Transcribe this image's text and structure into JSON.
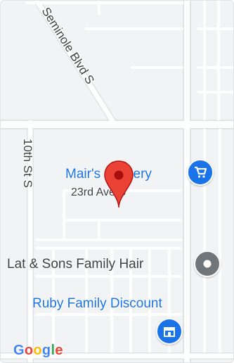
{
  "map": {
    "colors": {
      "background": "#f2f3f5",
      "road": "#ffffff",
      "road_edge": "#d7dbe0",
      "poi_blue": "#1a73e8",
      "poi_gray": "#70757a",
      "pin": "#ea4335"
    },
    "streets": {
      "seminole": "Seminole Blvd S",
      "tenth": "10th St S"
    },
    "pois": [
      {
        "name": "Mair's Grocery",
        "icon": "shopping-cart-icon"
      },
      {
        "name": "Lat & Sons Family Hair",
        "icon": "place-dot-icon"
      },
      {
        "name": "Ruby Family Discount",
        "icon": "store-icon"
      }
    ],
    "sublabel": "23rd Ave S",
    "pin_icon": "location-pin-icon",
    "logo_letters": [
      "G",
      "o",
      "o",
      "g",
      "l",
      "e"
    ]
  }
}
